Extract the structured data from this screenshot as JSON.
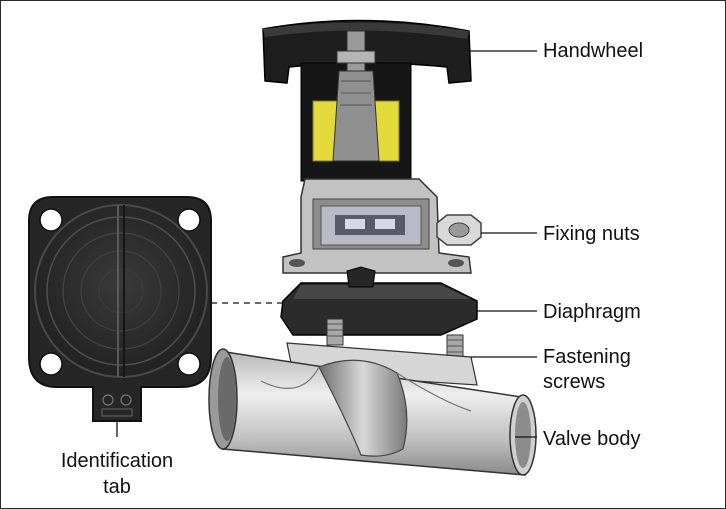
{
  "labels": {
    "handwheel": "Handwheel",
    "fixing_nuts": "Fixing nuts",
    "diaphragm": "Diaphragm",
    "fastening_screws_line1": "Fastening",
    "fastening_screws_line2": "screws",
    "valve_body": "Valve body",
    "identification_tab_line1": "Identification",
    "identification_tab_line2": "tab"
  },
  "colors": {
    "handwheel": "#1c1c1c",
    "spindle_gray": "#8f8f8f",
    "highlight_yellow": "#e4d93a",
    "steel_body": "#c9c9c9",
    "diaphragm_face": "#2e2e2e",
    "leader_line": "#111111"
  }
}
